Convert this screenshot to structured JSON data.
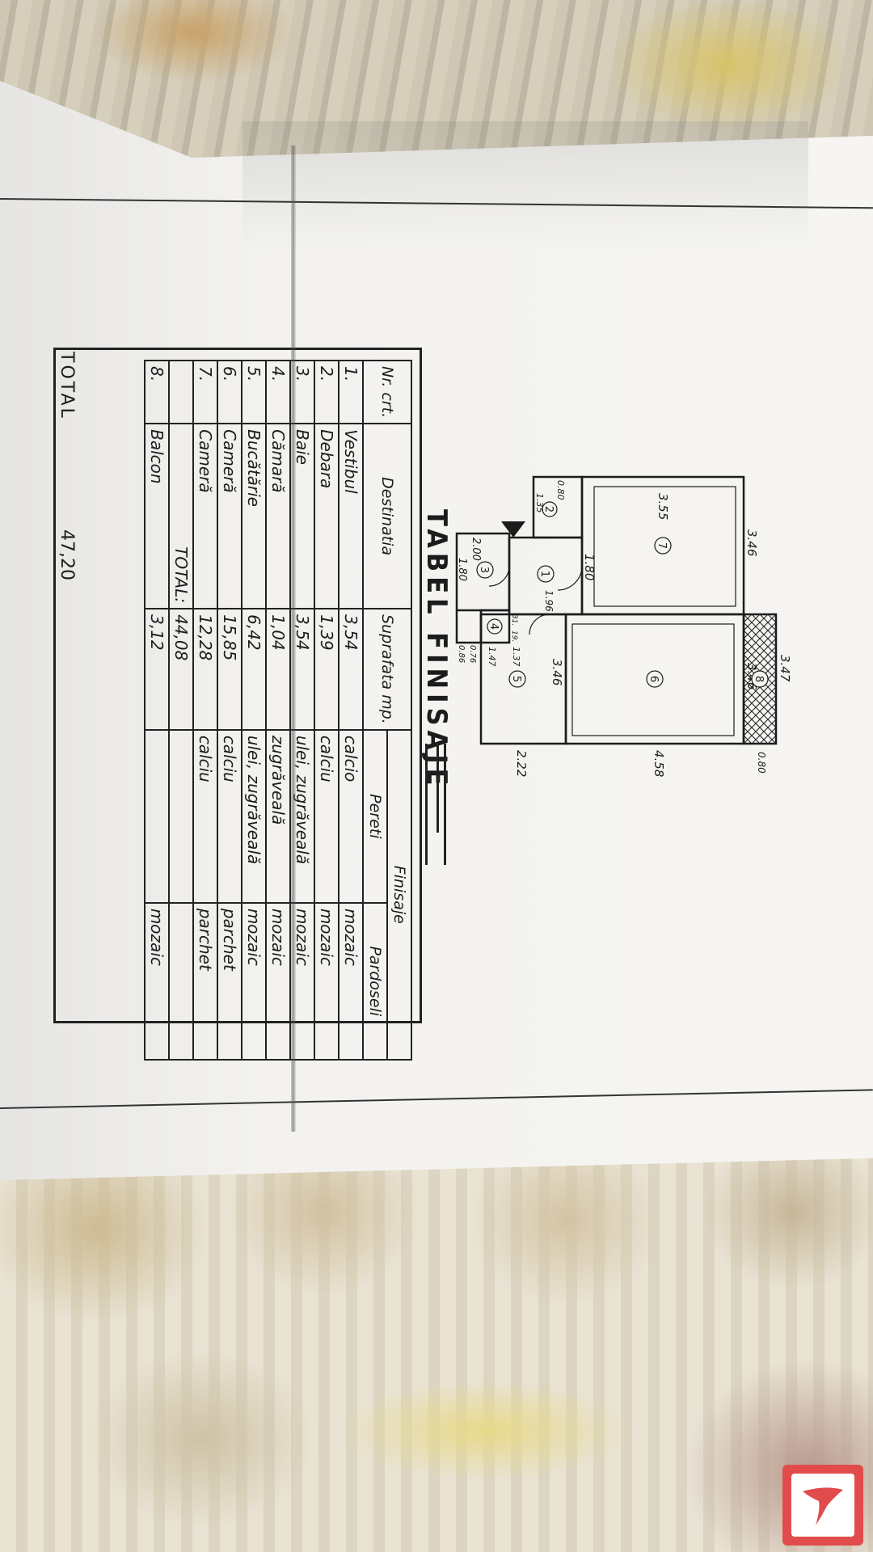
{
  "document": {
    "title": "TABEL FINISAJE",
    "table": {
      "headers": {
        "nr": "Nr. crt.",
        "destinatia": "Destinatia",
        "suprafata": "Suprafata mp.",
        "finisaje": "Finisaje",
        "pereti": "Pereti",
        "pardoseli": "Pardoseli"
      },
      "rows": [
        {
          "nr": "1.",
          "dest": "Vestibul",
          "sup": "3,54",
          "pereti": "calcio",
          "pard": "mozaic"
        },
        {
          "nr": "2.",
          "dest": "Debara",
          "sup": "1,39",
          "pereti": "calciu",
          "pard": "mozaic"
        },
        {
          "nr": "3.",
          "dest": "Baie",
          "sup": "3,54",
          "pereti": "ulei, zugrăveală",
          "pard": "mozaic"
        },
        {
          "nr": "4.",
          "dest": "Cămară",
          "sup": "1,04",
          "pereti": "zugrăveală",
          "pard": "mozaic"
        },
        {
          "nr": "5.",
          "dest": "Bucătărie",
          "sup": "6,42",
          "pereti": "ulei, zugrăveală",
          "pard": "mozaic"
        },
        {
          "nr": "6.",
          "dest": "Cameră",
          "sup": "15,85",
          "pereti": "calciu",
          "pard": "parchet"
        },
        {
          "nr": "7.",
          "dest": "Cameră",
          "sup": "12,28",
          "pereti": "calciu",
          "pard": "parchet"
        }
      ],
      "subtotal_label": "TOTAL:",
      "subtotal_value": "44,08",
      "balcony": {
        "nr": "8.",
        "dest": "Balcon",
        "sup": "3,12",
        "pereti": "",
        "pard": "mozaic"
      },
      "total_label": "TOTAL",
      "total_value": "47,20"
    },
    "plan": {
      "dimensions": {
        "balcony_width": "3.47",
        "balcony_depth": "0.80",
        "room7_width": "3.46",
        "room6_width": "3.46",
        "room7_depth": "3.55",
        "room6_depth": "4.58",
        "hall_width": "1.80",
        "hall_depth": "1.96",
        "kitchen_width": "3.46",
        "kitchen_depth": "2.22",
        "debara_width": "0.80",
        "debara_depth": "1.35",
        "bath_depth": "2.00",
        "bath_width": "1.80",
        "pantry_a": "1.37",
        "pantry_b": "1.47",
        "pantry_c": "0.76",
        "pantry_d": "0.86",
        "small_a": "31.",
        "small_b": "19."
      },
      "room_numbers": [
        "1",
        "2",
        "3",
        "4",
        "5",
        "6",
        "7",
        "8"
      ]
    }
  },
  "colors": {
    "ink": "#1c1c1c",
    "paper": "#f4f3f0",
    "logo": "#e24b4b"
  }
}
